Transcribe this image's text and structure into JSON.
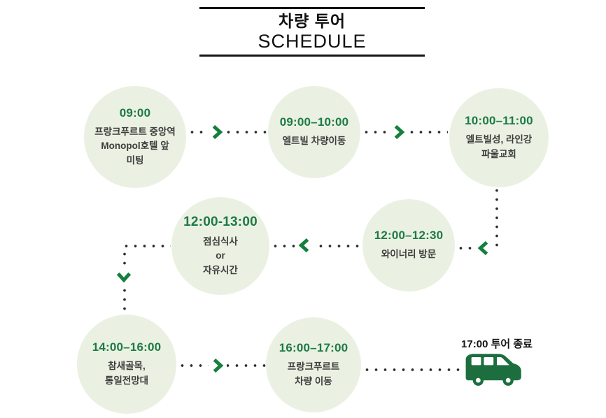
{
  "title": {
    "line1": "차량 투어",
    "line2": "SCHEDULE"
  },
  "nodes": [
    {
      "time": "09:00",
      "lines": [
        "프랑크푸르트 중앙역",
        "Monopol호텔 앞",
        "미팅"
      ]
    },
    {
      "time": "09:00–10:00",
      "lines": [
        "엘트빌 차량이동"
      ]
    },
    {
      "time": "10:00–11:00",
      "lines": [
        "엘트빌성, 라인강",
        "파울교회"
      ]
    },
    {
      "time": "12:00–12:30",
      "lines": [
        "와이너리 방문"
      ]
    },
    {
      "time": "12:00-13:00",
      "lines": [
        "점심식사",
        "or",
        "자유시간"
      ]
    },
    {
      "time": "14:00–16:00",
      "lines": [
        "참새골목,",
        "통일전망대"
      ]
    },
    {
      "time": "16:00–17:00",
      "lines": [
        "프랑크푸르트",
        "차량 이동"
      ]
    }
  ],
  "end": {
    "label": "17:00 투어 종료",
    "icon": "van-icon"
  },
  "colors": {
    "accent_green": "#1e7a45",
    "van_green": "#1d6e3e",
    "circle_bg": "#eaf1e2",
    "dot": "#2e2e2e",
    "body_text": "#3d3d3d",
    "title_text": "#111111"
  }
}
